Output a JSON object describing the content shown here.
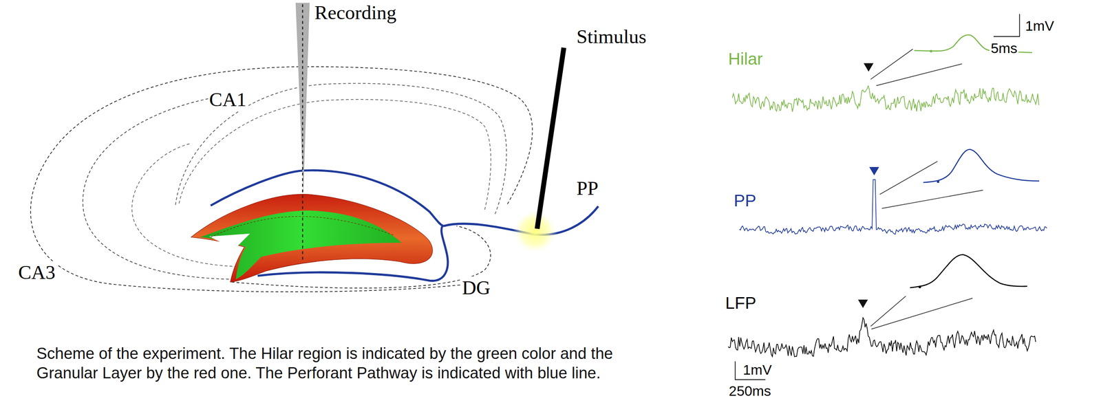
{
  "diagram": {
    "caption": "Scheme of the experiment. The Hilar region is indicated by the green color and the Granular Layer by the red one. The Perforant Pathway is indicated with blue line.",
    "labels": [
      "Recording",
      "Stimulus",
      "CA1",
      "CA3",
      "DG",
      "PP",
      "Hilar",
      "PP",
      "LFP",
      "1mV",
      "5ms",
      "1mV",
      "250ms"
    ]
  }
}
